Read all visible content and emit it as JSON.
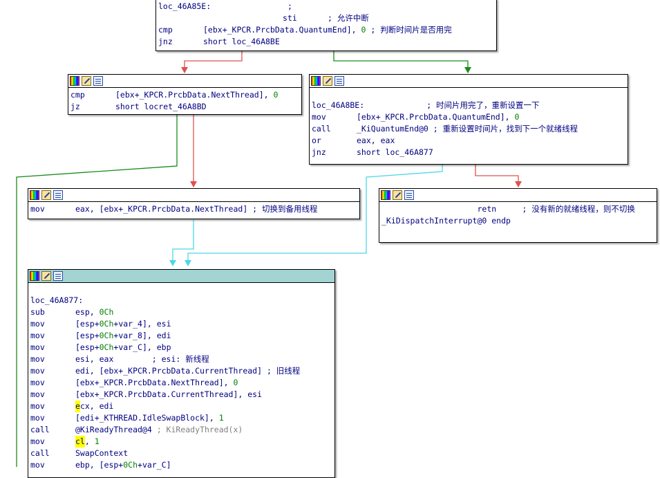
{
  "colors": {
    "edge_false": "#e05050",
    "edge_true": "#1a8a1a",
    "edge_uncond": "#4ad8e8",
    "active_title": "#a3d3d3",
    "highlight": "#ffff00"
  },
  "nodes": {
    "top": {
      "lines": [
        {
          "label": "loc_46A85E:",
          "pad": "                ",
          "comment": ";"
        },
        {
          "mn": "sti",
          "pad": "                          ",
          "comment": "; 允许中断"
        },
        {
          "mn": "cmp",
          "ops": "[ebx+_KPCR.PrcbData.QuantumEnd], ",
          "num": "0",
          "comment": " ; 判断时间片是否用完"
        },
        {
          "mn": "jnz",
          "ops": "short loc_46A8BE"
        }
      ]
    },
    "left_cmp": {
      "lines": [
        {
          "mn": "cmp",
          "ops": "[ebx+_KPCR.PrcbData.NextThread], ",
          "num": "0"
        },
        {
          "mn": "jz",
          "ops": "short locret_46A8BD"
        }
      ]
    },
    "right_quantum": {
      "lines": [
        {
          "label": "loc_46A8BE:",
          "pad": "             ",
          "comment": "; 时间片用完了，重新设置一下"
        },
        {
          "mn": "mov",
          "ops": "[ebx+_KPCR.PrcbData.QuantumEnd], ",
          "num": "0"
        },
        {
          "mn": "call",
          "ops": "_KiQuantumEnd@0",
          "comment": " ; 重新设置时间片，找到下一个就绪线程"
        },
        {
          "mn": "or",
          "ops": "eax, eax"
        },
        {
          "mn": "jnz",
          "ops": "short loc_46A877"
        }
      ]
    },
    "mov_next": {
      "lines": [
        {
          "mn": "mov",
          "ops": "eax, [ebx+_KPCR.PrcbData.NextThread]",
          "comment": " ; 切换到备用线程"
        }
      ]
    },
    "retn": {
      "lines": [
        {
          "mn": "retn",
          "pad": "                    ",
          "comment": "; 没有新的就绪线程，则不切换"
        },
        {
          "label": "_KiDispatchInterrupt@0 endp"
        }
      ]
    },
    "main": {
      "lines": [
        {
          "label": "loc_46A877:"
        },
        {
          "mn": "sub",
          "ops": "esp, ",
          "num": "0Ch"
        },
        {
          "mn": "mov",
          "ops": "[esp+",
          "num": "0Ch",
          "ops2": "+var_4], esi"
        },
        {
          "mn": "mov",
          "ops": "[esp+",
          "num": "0Ch",
          "ops2": "+var_8], edi"
        },
        {
          "mn": "mov",
          "ops": "[esp+",
          "num": "0Ch",
          "ops2": "+var_C], ebp"
        },
        {
          "mn": "mov",
          "ops": "esi, eax",
          "comment": "        ; esi: 新线程"
        },
        {
          "mn": "mov",
          "ops": "edi, [ebx+_KPCR.PrcbData.CurrentThread]",
          "comment": " ; 旧线程"
        },
        {
          "mn": "mov",
          "ops": "[ebx+_KPCR.PrcbData.NextThread], ",
          "num": "0"
        },
        {
          "mn": "mov",
          "ops": "[ebx+_KPCR.PrcbData.CurrentThread], esi"
        },
        {
          "mn": "mov",
          "hl": "e",
          "ops": "cx, edi"
        },
        {
          "mn": "mov",
          "ops": "[edi+_KTHREAD.IdleSwapBlock], ",
          "num": "1"
        },
        {
          "mn": "call",
          "ops": "@KiReadyThread@4",
          "grey": " ; KiReadyThread(x)"
        },
        {
          "mn": "mov",
          "hl": "cl",
          "ops": ", ",
          "num": "1"
        },
        {
          "mn": "call",
          "ops": "SwapContext"
        },
        {
          "mn": "mov",
          "ops": "ebp, [esp+",
          "num": "0Ch",
          "ops2": "+var_C]"
        }
      ]
    }
  }
}
